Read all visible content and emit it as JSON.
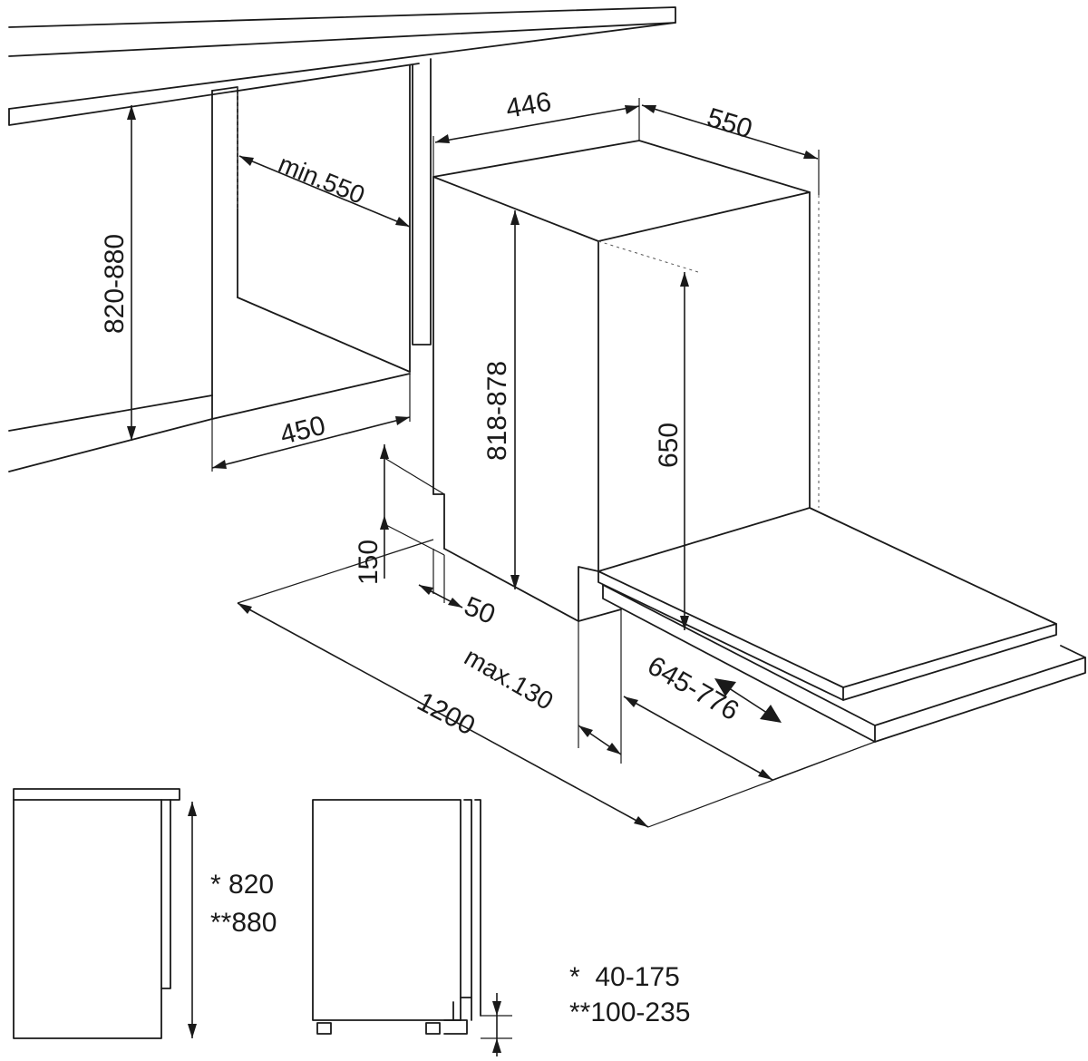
{
  "dimensions": {
    "top_width": "446",
    "top_depth": "550",
    "niche_depth_min": "min.550",
    "niche_height": "820-880",
    "niche_width": "450",
    "appliance_height": "818-878",
    "door_height": "650",
    "plinth_height": "150",
    "plinth_depth": "50",
    "total_depth_open": "1200",
    "door_offset_max": "max.130",
    "door_travel": "645-776"
  },
  "side_views": {
    "height_a": "* 820",
    "height_b": "**880",
    "foot_a": "*  40-175",
    "foot_b": "**100-235"
  },
  "colors": {
    "line": "#1a1a1a",
    "background": "#ffffff"
  }
}
